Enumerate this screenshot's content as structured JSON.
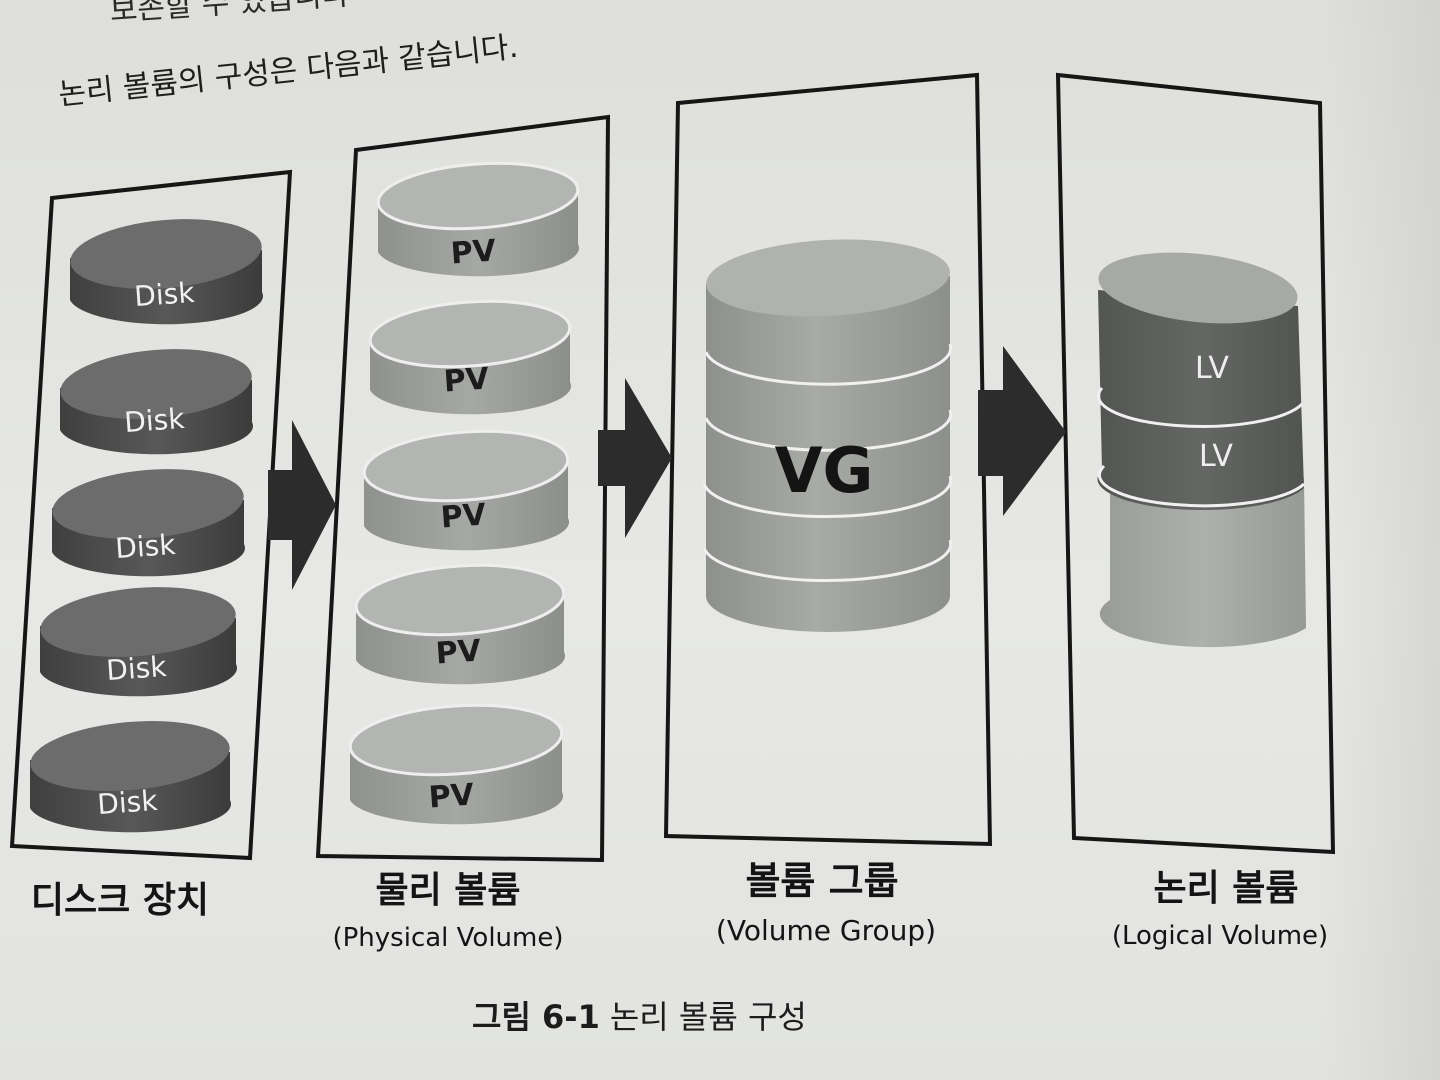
{
  "page": {
    "top_text": "보존할 수 있습니다",
    "intro_text": "논리 볼륨의 구성은 다음과 같습니다.",
    "figure_number": "그림 6-1",
    "figure_caption": "논리 볼륨 구성"
  },
  "columns": {
    "disk": {
      "title": "디스크 장치",
      "subtitle": "",
      "items": [
        "Disk",
        "Disk",
        "Disk",
        "Disk",
        "Disk"
      ]
    },
    "pv": {
      "title": "물리 볼륨",
      "subtitle": "(Physical Volume)",
      "items": [
        "PV",
        "PV",
        "PV",
        "PV",
        "PV"
      ]
    },
    "vg": {
      "title": "볼륨 그룹",
      "subtitle": "(Volume Group)",
      "label": "VG"
    },
    "lv": {
      "title": "논리 볼륨",
      "subtitle": "(Logical Volume)",
      "items": [
        "LV",
        "LV"
      ]
    }
  },
  "colors": {
    "disk_fill": "#4a4b4a",
    "disk_top": "#6b6c6b",
    "pv_fill": "#9c9e9b",
    "pv_top": "#b3b5b2",
    "vg_fill": "#9a9c99",
    "lv_dark": "#5d5f5d",
    "lv_light": "#a3a5a2",
    "arrow": "#2c2c2c",
    "frame": "#161616"
  }
}
